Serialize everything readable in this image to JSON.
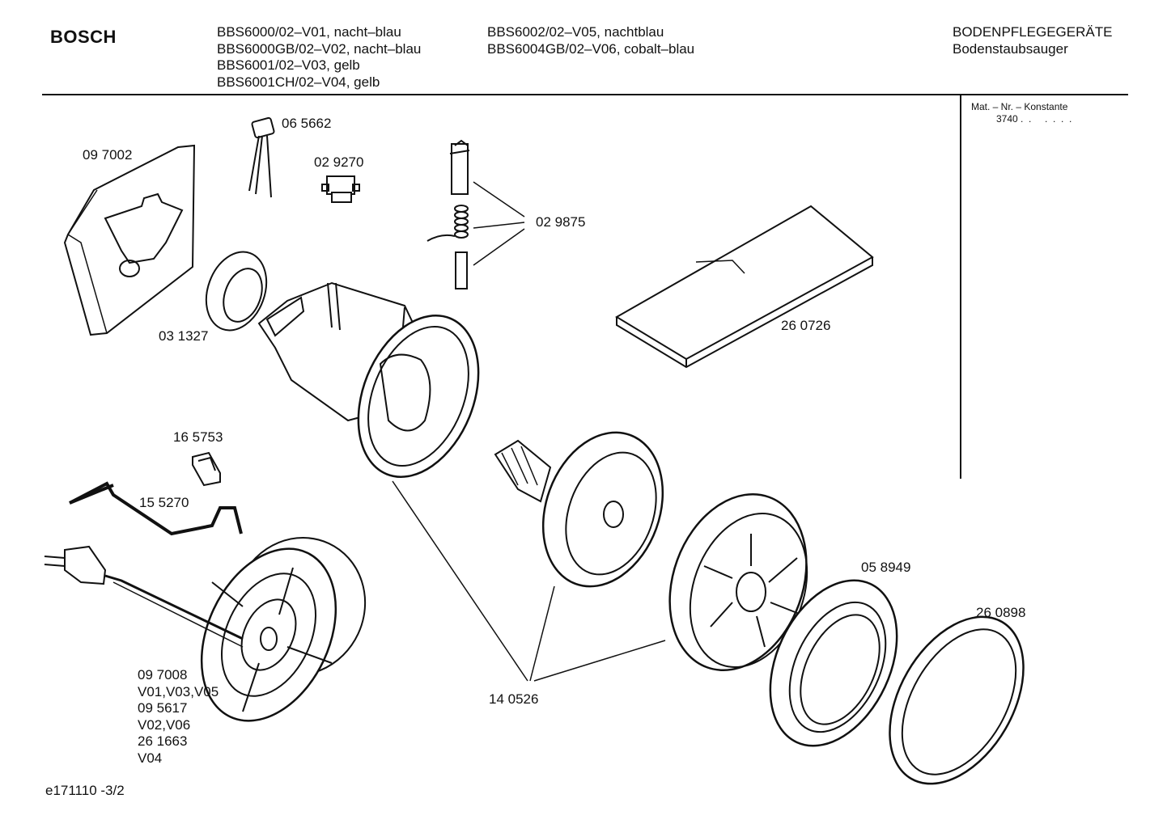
{
  "header": {
    "brand": "BOSCH",
    "models_col1": [
      "BBS6000/02–V01, nacht–blau",
      "BBS6000GB/02–V02, nacht–blau",
      "BBS6001/02–V03, gelb",
      "BBS6001CH/02–V04, gelb"
    ],
    "models_col2": [
      "BBS6002/02–V05, nachtblau",
      "BBS6004GB/02–V06, cobalt–blau"
    ],
    "category": "BODENPFLEGEGERÄTE",
    "subcategory": "Bodenstaubsauger"
  },
  "side_panel": {
    "title": "Mat. – Nr. – Konstante",
    "value": "3740 .  .     .  .  .  ."
  },
  "parts": {
    "p_097002": "09 7002",
    "p_065662": "06 5662",
    "p_029270": "02 9270",
    "p_029875": "02 9875",
    "p_031327": "03 1327",
    "p_260726": "26 0726",
    "p_165753": "16 5753",
    "p_155270": "15 5270",
    "p_058949": "05 8949",
    "p_260898": "26 0898",
    "p_140526": "14 0526",
    "cord_reel": [
      "09 7008",
      "V01,V03,V05",
      "09 5617",
      "V02,V06",
      "26 1663",
      "V04"
    ]
  },
  "footer": {
    "drawing_id": "e171110 -3/2"
  }
}
